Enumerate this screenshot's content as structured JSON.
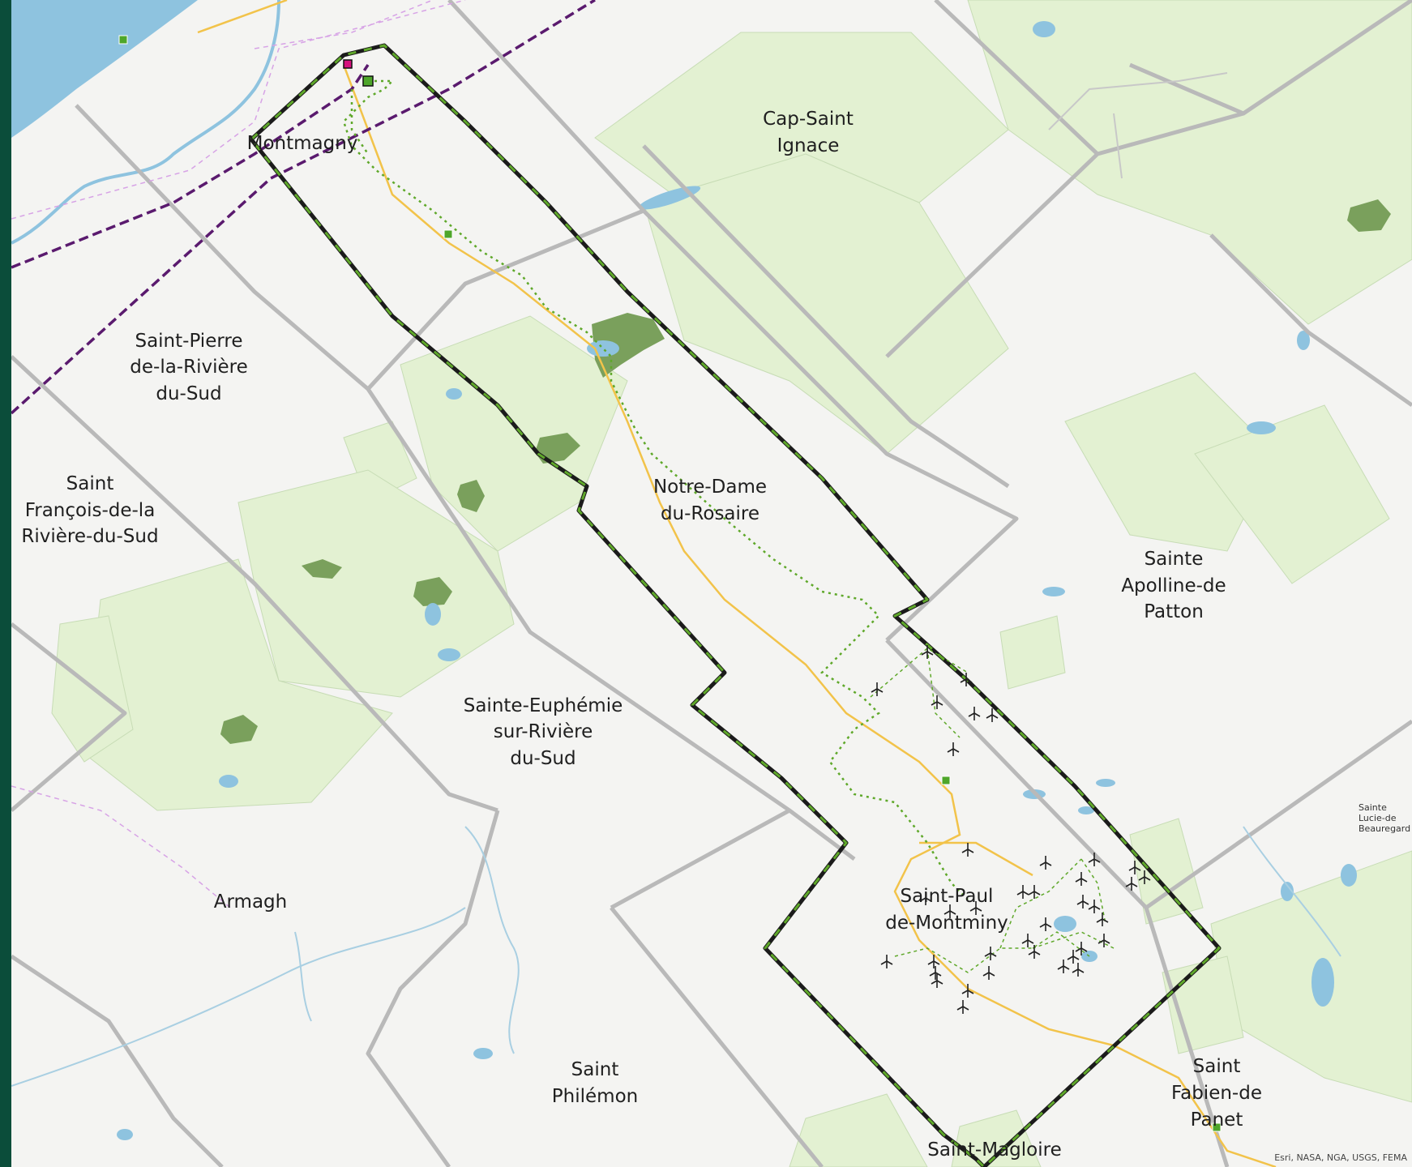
{
  "colors": {
    "left_band": "#0b4d3a",
    "land": "#f4f4f2",
    "public_land": "#e3f1d2",
    "protected": "#7aa05c",
    "water": "#8ec3df",
    "muni_border": "#b9b9b9",
    "project_border": "#1b1b1b",
    "project_dash": "#5fa82a",
    "transmission": "#5a1a6e",
    "road": "#f2c34a",
    "collector": "#5fa82a",
    "substation_a": "#d6127d",
    "substation_b": "#4ea62a"
  },
  "labels": {
    "montmagny": "Montmagny",
    "cap_saint_ignace_1": "Cap-Saint",
    "cap_saint_ignace_2": "Ignace",
    "st_pierre_1": "Saint-Pierre",
    "st_pierre_2": "de-la-Rivière",
    "st_pierre_3": "du-Sud",
    "st_francois_1": "Saint",
    "st_francois_2": "François-de-la",
    "st_francois_3": "Rivière-du-Sud",
    "notre_dame_1": "Notre-Dame",
    "notre_dame_2": "du-Rosaire",
    "ste_apolline_1": "Sainte",
    "ste_apolline_2": "Apolline-de",
    "ste_apolline_3": "Patton",
    "ste_euphemie_1": "Sainte-Euphémie",
    "ste_euphemie_2": "sur-Rivière",
    "ste_euphemie_3": "du-Sud",
    "armagh": "Armagh",
    "st_paul_1": "Saint-Paul",
    "st_paul_2": "de-Montminy",
    "st_philemon_1": "Saint",
    "st_philemon_2": "Philémon",
    "st_fabien_1": "Saint",
    "st_fabien_2": "Fabien-de",
    "st_fabien_3": "Panet",
    "st_magloire": "Saint-Magloire",
    "ste_lucie_1": "Sainte",
    "ste_lucie_2": "Lucie-de",
    "ste_lucie_3": "Beauregard"
  },
  "attribution": "Esri, NASA, NGA, USGS, FEMA",
  "turbine_icon": "wind-turbine-icon",
  "turbine_count": 38
}
